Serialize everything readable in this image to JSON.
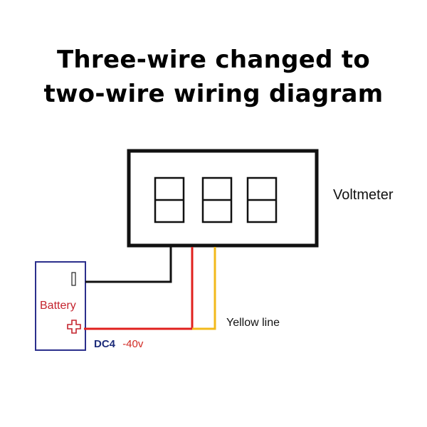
{
  "title": {
    "line1": "Three-wire changed to",
    "line2": "two-wire wiring diagram"
  },
  "voltmeter": {
    "label": "Voltmeter",
    "digits": [
      "8",
      "8",
      "8"
    ]
  },
  "battery": {
    "label": "Battery",
    "negative_symbol": "I",
    "positive_symbol": "+"
  },
  "wires": {
    "yellow_label": "Yellow line"
  },
  "range": {
    "prefix": "DC4",
    "suffix": "-40v"
  },
  "colors": {
    "black_wire": "#111111",
    "red_wire": "#e0201e",
    "yellow_wire": "#f2b91b",
    "battery_border": "#2b2f8c",
    "battery_text": "#c4232d",
    "dc_prefix": "#1d2c7a",
    "dc_suffix": "#d12a23"
  }
}
